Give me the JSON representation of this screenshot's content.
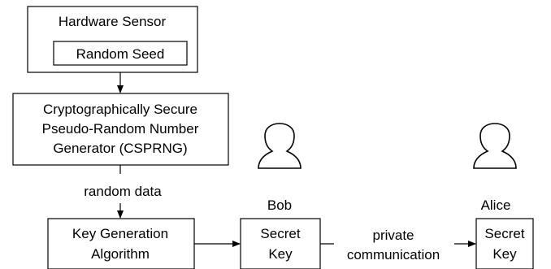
{
  "diagram": {
    "hardware_sensor": "Hardware Sensor",
    "random_seed": "Random Seed",
    "csprng": {
      "line1": "Cryptographically Secure",
      "line2": "Pseudo-Random Number",
      "line3": "Generator (CSPRNG)"
    },
    "random_data_label": "random data",
    "key_generation": {
      "line1": "Key Generation",
      "line2": "Algorithm"
    },
    "bob": {
      "name": "Bob",
      "key_line1": "Secret",
      "key_line2": "Key"
    },
    "alice": {
      "name": "Alice",
      "key_line1": "Secret",
      "key_line2": "Key"
    },
    "private_communication": {
      "line1": "private",
      "line2": "communication"
    },
    "icons": {
      "bob": "person-icon",
      "alice": "person-icon"
    }
  }
}
